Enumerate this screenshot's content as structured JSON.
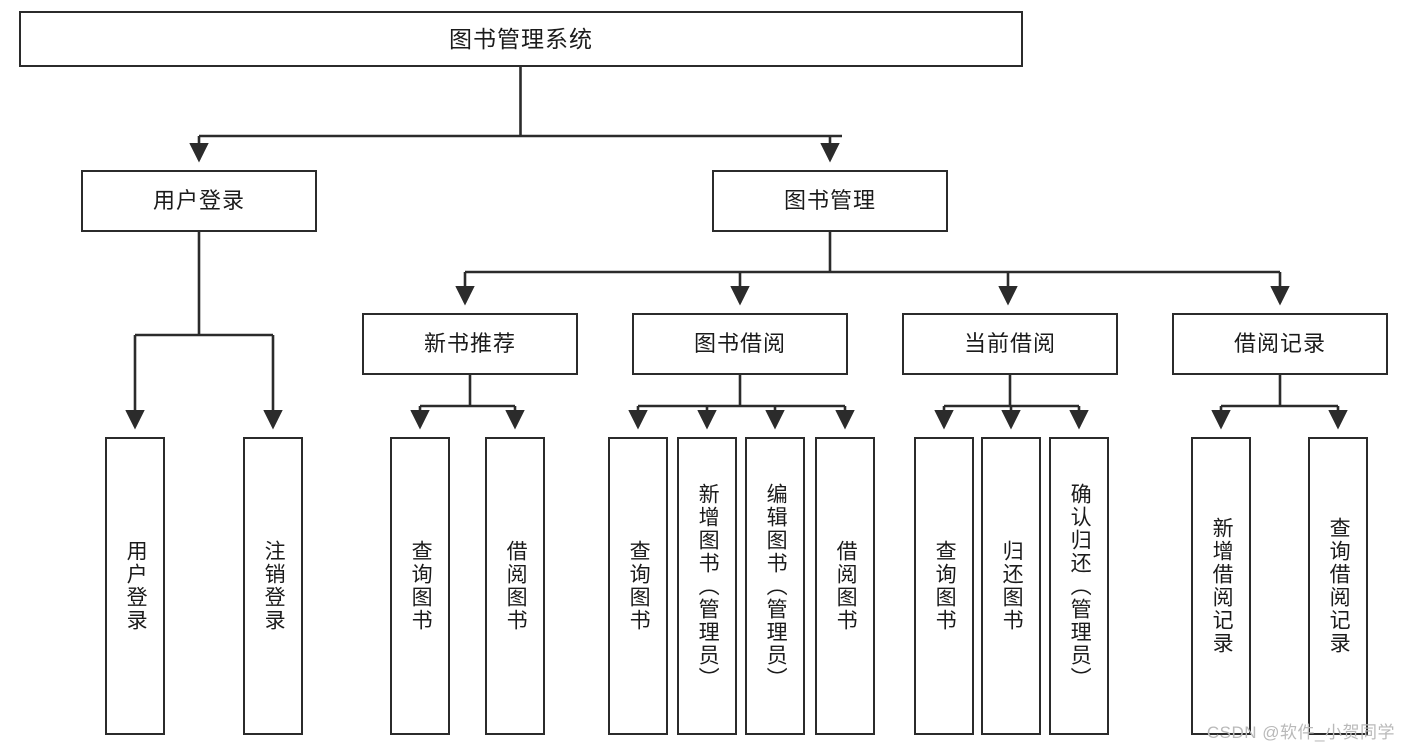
{
  "diagram": {
    "title": "图书管理系统",
    "type": "tree-hierarchy",
    "root": {
      "label": "图书管理系统"
    },
    "level2": [
      {
        "label": "用户登录"
      },
      {
        "label": "图书管理"
      }
    ],
    "level3": [
      {
        "label": "新书推荐"
      },
      {
        "label": "图书借阅"
      },
      {
        "label": "当前借阅"
      },
      {
        "label": "借阅记录"
      }
    ],
    "leaves": {
      "user_login": [
        {
          "label": "用户登录"
        },
        {
          "label": "注销登录"
        }
      ],
      "new_book_recommend": [
        {
          "label": "查询图书"
        },
        {
          "label": "借阅图书"
        }
      ],
      "book_borrow": [
        {
          "label": "查询图书"
        },
        {
          "label": "新增图书（管理员）"
        },
        {
          "label": "编辑图书（管理员）"
        },
        {
          "label": "借阅图书"
        }
      ],
      "current_borrow": [
        {
          "label": "查询图书"
        },
        {
          "label": "归还图书"
        },
        {
          "label": "确认归还（管理员）"
        }
      ],
      "borrow_record": [
        {
          "label": "新增借阅记录"
        },
        {
          "label": "查询借阅记录"
        }
      ]
    }
  },
  "watermark": {
    "text": "CSDN @软件_小贺同学"
  },
  "colors": {
    "box_border": "#2b2b2b",
    "box_fill": "#ffffff",
    "text": "#1b1b1b",
    "connector": "#2b2b2b",
    "watermark": "#b9b9b9",
    "background": "#ffffff"
  }
}
